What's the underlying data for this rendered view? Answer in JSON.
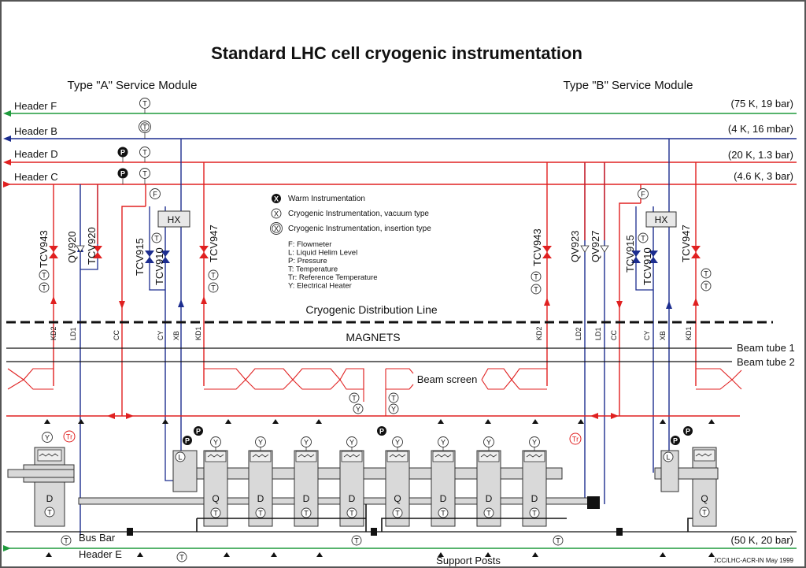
{
  "title": "Standard LHC cell cryogenic instrumentation",
  "modules": {
    "a": "Type \"A\" Service Module",
    "b": "Type \"B\" Service Module"
  },
  "headers": [
    {
      "name": "Header F",
      "cond": "(75 K, 19 bar)",
      "color": "#1e9a3c"
    },
    {
      "name": "Header B",
      "cond": "(4 K, 16 mbar)",
      "color": "#1c2d8f"
    },
    {
      "name": "Header D",
      "cond": "(20 K, 1.3 bar)",
      "color": "#e02020"
    },
    {
      "name": "Header C",
      "cond": "(4.6 K, 3 bar)",
      "color": "#e02020"
    }
  ],
  "bottom": {
    "bus_bar": "Bus Bar",
    "header_e": "Header E",
    "header_e_cond": "(50 K, 20 bar)",
    "support_posts": "Support Posts",
    "credit": "JCC/LHC-ACR-IN May 1999"
  },
  "legend": {
    "warm": "Warm Instrumentation",
    "vacuum": "Cryogenic Instrumentation, vacuum type",
    "insertion": "Cryogenic Instrumentation, insertion type",
    "codes": [
      "F: Flowmeter",
      "L: Liquid Helim Level",
      "P: Pressure",
      "T: Temperature",
      "Tr: Reference Temperature",
      "Y: Electrical Heater"
    ]
  },
  "valves": [
    "TCV943",
    "QV920",
    "TCV920",
    "TCV915",
    "TCV910",
    "TCV947",
    "TCV943",
    "QV923",
    "QV927",
    "TCV915",
    "TCV910",
    "TCV947"
  ],
  "hx": "HX",
  "distribution_line": "Cryogenic Distribution Line",
  "magnets_label": "MAGNETS",
  "beam_tube_1": "Beam tube 1",
  "beam_tube_2": "Beam tube 2",
  "beam_screen": "Beam screen",
  "line_labels_a": [
    "KD2",
    "LD1",
    "CC",
    "CY",
    "XB",
    "KD1"
  ],
  "line_labels_b": [
    "KD2",
    "LD2",
    "LD1",
    "CC",
    "CY",
    "XB",
    "KD1"
  ],
  "magnet_types": [
    "D",
    "Q",
    "D",
    "D",
    "D",
    "Q",
    "D",
    "D",
    "D",
    "Q"
  ],
  "symbols": {
    "T": "T",
    "Y": "Y",
    "P": "P",
    "F": "F",
    "L": "L",
    "Tr": "Tr",
    "X": "X"
  },
  "colors": {
    "red": "#e02020",
    "blue": "#1c2d8f",
    "green": "#1e9a3c",
    "magnet": "#d9d9d9"
  }
}
